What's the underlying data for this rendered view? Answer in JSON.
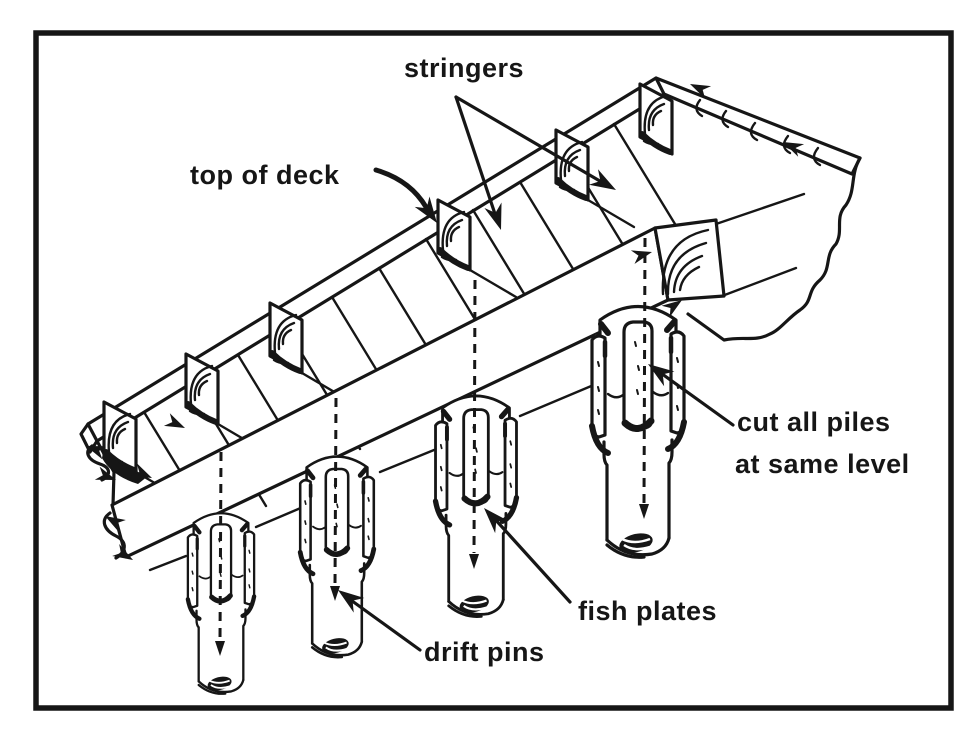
{
  "figure": {
    "ink_color": "#161616",
    "paper_color": "#ffffff",
    "labels": {
      "stringers": "stringers",
      "top_of_deck": "top of deck",
      "cut_piles_line1": "cut all piles",
      "cut_piles_line2": "at same level",
      "fish_plates": "fish plates",
      "drift_pins": "drift pins"
    }
  }
}
